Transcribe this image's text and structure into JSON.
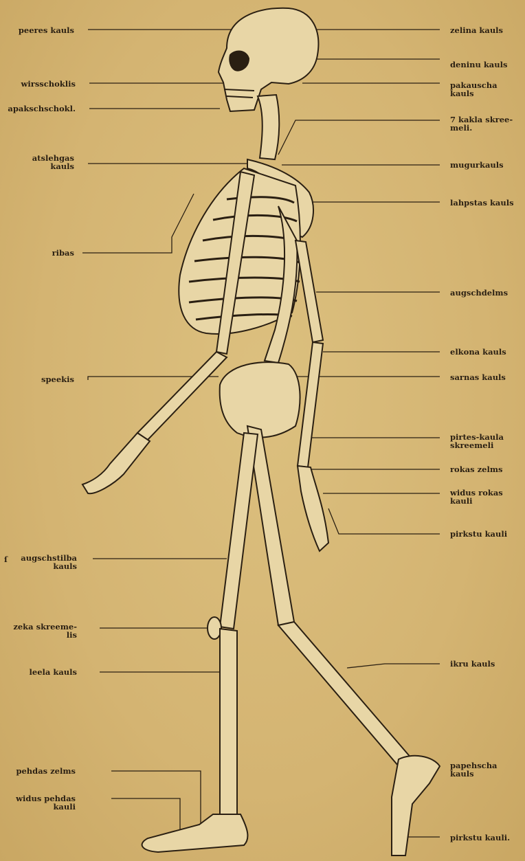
{
  "labels_left": {
    "skull_top": "peeres kauls",
    "upper_jaw": "wirsschoklis",
    "lower_jaw": "apakschschokl.",
    "collarbone": "atslehgas\nkauls",
    "ribs": "ribas",
    "ulna": "speekis",
    "thigh": "augschstilba\nkauls",
    "kneecap": "zeka skreeme-\nlis",
    "shin": "leela kauls",
    "tarsus": "pehdas zelms",
    "metatarsus": "widus pehdas\nkauli",
    "thigh_prefix": "ſ"
  },
  "labels_right": {
    "temporal": "zelina kauls",
    "temple": "deninu kauls",
    "occiput": "pakauscha\nkauls",
    "neck_vertebrae": "7 kakla skree-\nmeli.",
    "spine": "mugurkauls",
    "scapula": "lahpstas kauls",
    "humerus": "augschdelms",
    "radius": "elkona kauls",
    "pelvis": "sarnas kauls",
    "sacrum": "pirtes-kaula\nskreemeli",
    "wrist": "rokas zelms",
    "metacarpus": "widus rokas\nkauli",
    "fingers": "pirkstu kauli",
    "fibula": "ikru kauls",
    "heel": "papehscha\nkauls",
    "toes": "pirkstu kauli."
  },
  "colors": {
    "paper": "#d4b472",
    "ink": "#2a1f12"
  }
}
